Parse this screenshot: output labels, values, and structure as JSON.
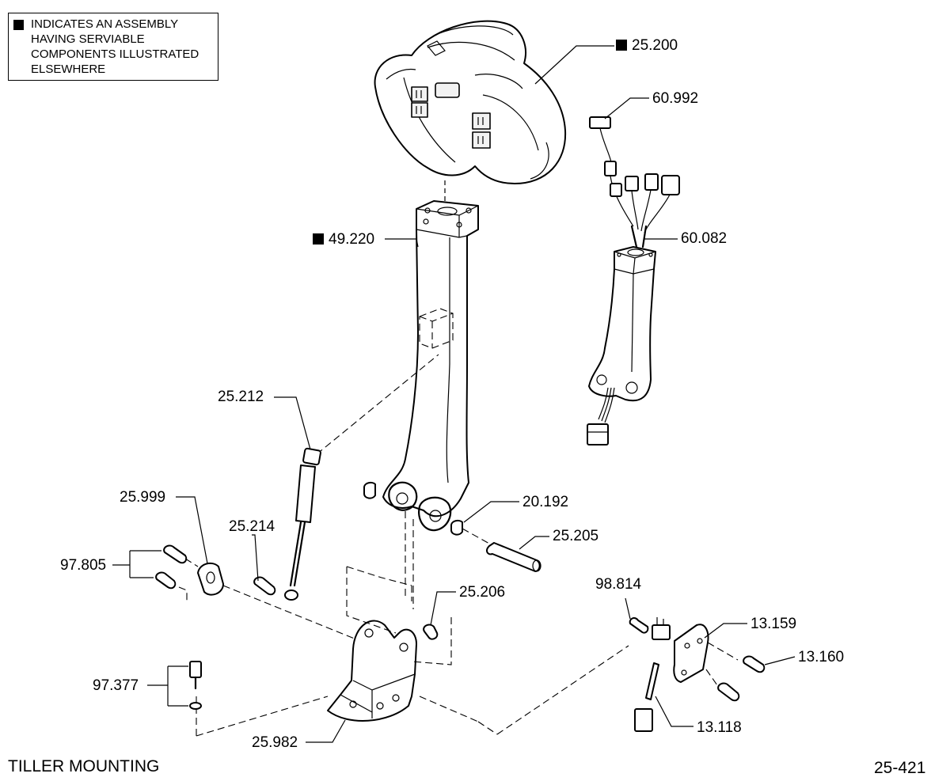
{
  "legend": {
    "lines": [
      "INDICATES AN ASSEMBLY",
      "HAVING SERVIABLE",
      "COMPONENTS ILLUSTRATED",
      "ELSEWHERE"
    ]
  },
  "callouts": {
    "c25_200": "25.200",
    "c60_992": "60.992",
    "c60_082": "60.082",
    "c49_220": "49.220",
    "c25_212": "25.212",
    "c25_999": "25.999",
    "c25_214": "25.214",
    "c97_805": "97.805",
    "c20_192": "20.192",
    "c25_205": "25.205",
    "c25_206": "25.206",
    "c98_814": "98.814",
    "c13_159": "13.159",
    "c13_160": "13.160",
    "c97_377": "97.377",
    "c13_118": "13.118",
    "c25_982": "25.982"
  },
  "footer": {
    "title": "TILLER MOUNTING",
    "page": "25-421"
  }
}
